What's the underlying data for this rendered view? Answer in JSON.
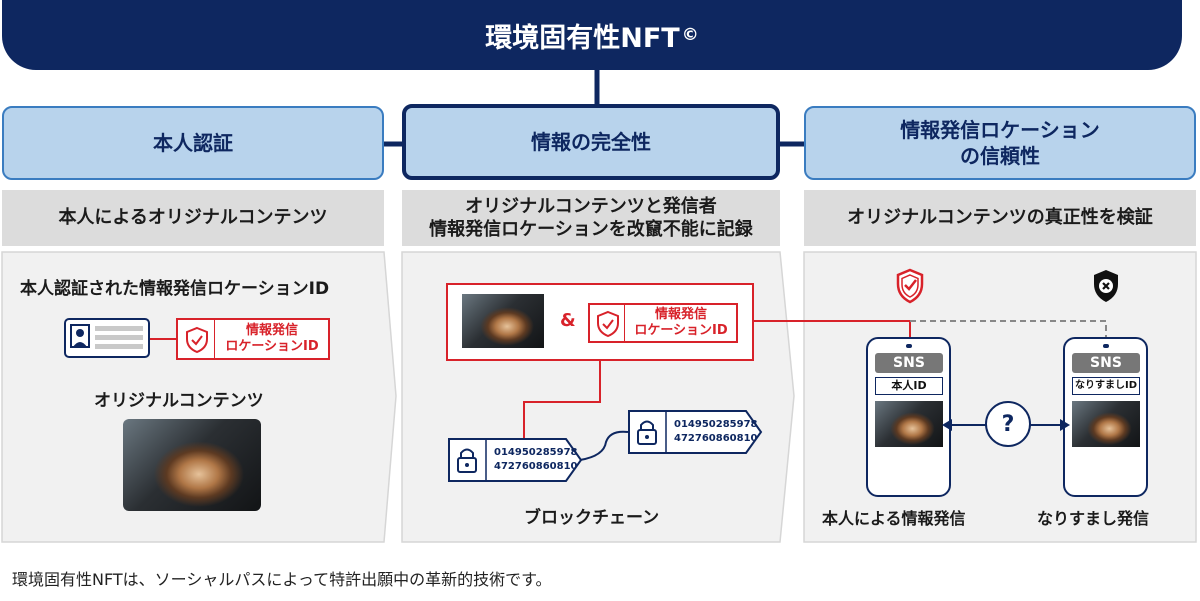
{
  "banner": {
    "title": "環境固有性NFT",
    "mark": "©"
  },
  "pillars": [
    {
      "label": "本人認証"
    },
    {
      "label": "情報の完全性"
    },
    {
      "line1": "情報発信ロケーション",
      "line2": "の信頼性"
    }
  ],
  "subheaders": [
    {
      "line1": "本人によるオリジナルコンテンツ"
    },
    {
      "line1": "オリジナルコンテンツと発信者",
      "line2": "情報発信ロケーションを改竄不能に記録"
    },
    {
      "line1": "オリジナルコンテンツの真正性を検証"
    }
  ],
  "left": {
    "heading": "本人認証された情報発信ロケーションID",
    "location_line1": "情報発信",
    "location_line2": "ロケーションID",
    "content_label": "オリジナルコンテンツ"
  },
  "middle": {
    "ampersand": "&",
    "location_line1": "情報発信",
    "location_line2": "ロケーションID",
    "hash_line1": "014950285978",
    "hash_line2": "472760860810",
    "blockchain_label": "ブロックチェーン"
  },
  "right": {
    "sns": "SNS",
    "genuine_id": "本人ID",
    "fake_id": "なりすましID",
    "question": "?",
    "genuine_label": "本人による情報発信",
    "fake_label": "なりすまし発信"
  },
  "footer": "環境固有性NFTは、ソーシャルパスによって特許出願中の革新的技術です。",
  "colors": {
    "navy": "#0e2760",
    "light_blue": "#b8d3ec",
    "red": "#d8222a",
    "gray": "#dcdcdc"
  }
}
